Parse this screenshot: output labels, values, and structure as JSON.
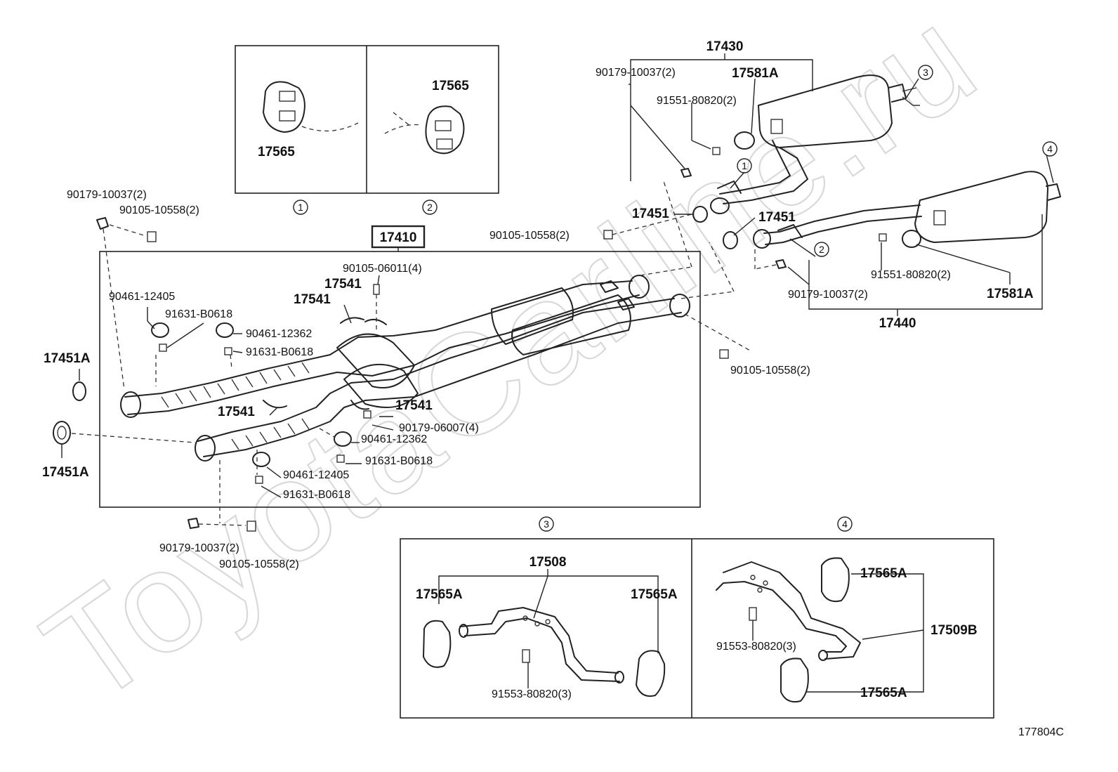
{
  "watermark": "ToyotaCarline.ru",
  "diagram_code": "177804C",
  "callouts": [
    "1",
    "2",
    "3",
    "4"
  ],
  "labels": {
    "p17430": "17430",
    "p90179_a": "90179-10037(2)",
    "p17581A_a": "17581A",
    "p91551_a": "91551-80820(2)",
    "p17565_b": "17565",
    "p17565_a": "17565",
    "p90179_b": "90179-10037(2)",
    "p90105_a": "90105-10558(2)",
    "p17451_a": "17451",
    "p17451_b": "17451",
    "p90105_b": "90105-10558(2)",
    "p17410": "17410",
    "p90105_06011": "90105-06011(4)",
    "p17541_a": "17541",
    "p17541_b": "17541",
    "p90461_12405_a": "90461-12405",
    "p91631_a": "91631-B0618",
    "p90461_12362_a": "90461-12362",
    "p91631_b": "91631-B0618",
    "p17451A_a": "17451A",
    "p17541_c": "17541",
    "p17541_d": "17541",
    "p90179_06007": "90179-06007(4)",
    "p90461_12362_b": "90461-12362",
    "p91631_c": "91631-B0618",
    "p17451A_b": "17451A",
    "p90461_12405_b": "90461-12405",
    "p91631_d": "91631-B0618",
    "p90179_c": "90179-10037(2)",
    "p90105_c": "90105-10558(2)",
    "p90105_d": "90105-10558(2)",
    "p91551_b": "91551-80820(2)",
    "p90179_d": "90179-10037(2)",
    "p17581A_b": "17581A",
    "p17440": "17440",
    "p17508": "17508",
    "p17565A_a": "17565A",
    "p17565A_b": "17565A",
    "p91553_a": "91553-80820(3)",
    "p17565A_c": "17565A",
    "p17509B": "17509B",
    "p91553_b": "91553-80820(3)",
    "p17565A_d": "17565A"
  }
}
